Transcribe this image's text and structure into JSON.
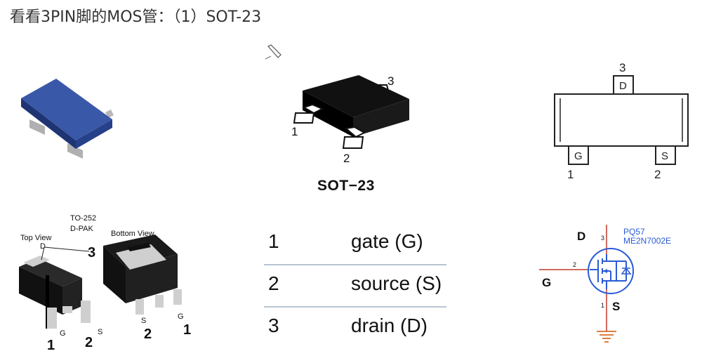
{
  "title": "看看3PIN脚的MOS管：（1）SOT-23",
  "sot23": {
    "caption": "SOT−23",
    "pin1": "1",
    "pin2": "2",
    "pin3": "3"
  },
  "outline": {
    "pin3_num": "3",
    "pin3_letter": "D",
    "pin1_letter": "G",
    "pin2_letter": "S",
    "pin1_num": "1",
    "pin2_num": "2"
  },
  "dpak": {
    "package": "TO-252",
    "package_alt": "D-PAK",
    "top_view": "Top View",
    "bottom_view": "Bottom View",
    "d_label": "D",
    "tab_num": "3",
    "left_g": "G",
    "left_s": "S",
    "left_pin1": "1",
    "left_pin2": "2",
    "right_s": "S",
    "right_g": "G",
    "right_pin2": "2",
    "right_pin1": "1"
  },
  "pin_table": [
    {
      "num": "1",
      "fn": "gate (G)"
    },
    {
      "num": "2",
      "fn": "source (S)"
    },
    {
      "num": "3",
      "fn": "drain (D)"
    }
  ],
  "schematic": {
    "part1": "PQ57",
    "part2": "ME2N7002E",
    "d": "D",
    "g": "G",
    "s": "S",
    "pin3": "3",
    "pin2": "2",
    "pin1": "1"
  },
  "colors": {
    "chip_blue": "#2e4a8f",
    "schematic_blue": "#2a5bd7",
    "wire_red": "#c0392b",
    "ground_orange": "#d35400"
  }
}
